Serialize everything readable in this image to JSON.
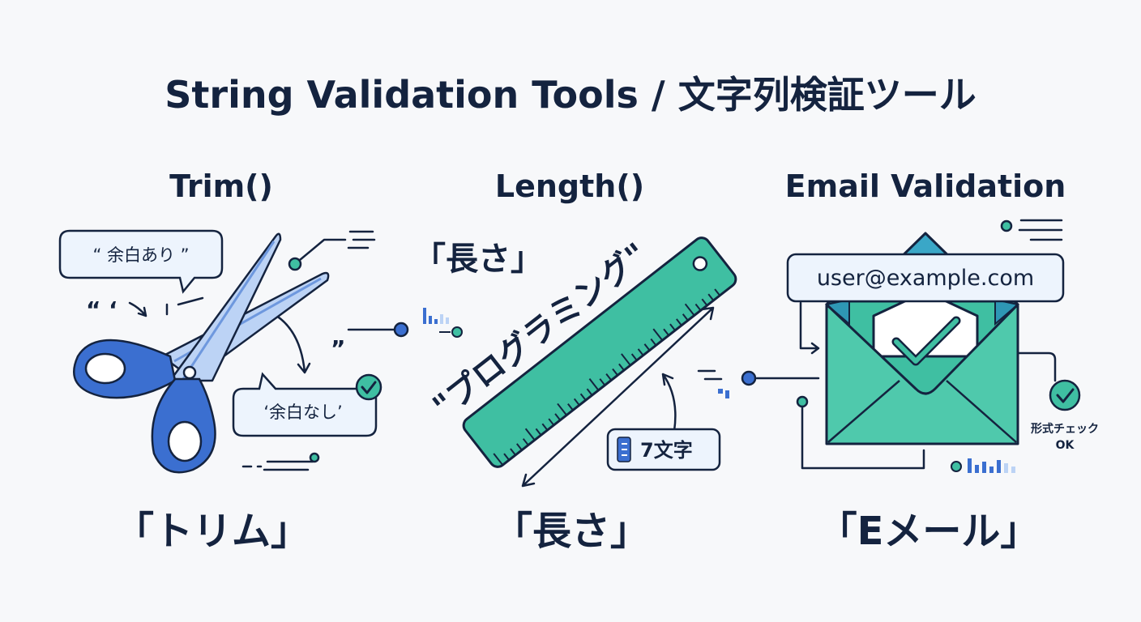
{
  "title": "String Validation Tools / 文字列検証ツール",
  "panels": {
    "trim": {
      "heading": "Trim()",
      "bubble_before": "“ 余白あり ”",
      "bubble_after": "‘余白なし’",
      "quote_open": "“ ‘",
      "quote_close": "”",
      "bottom_label": "「トリム」"
    },
    "length": {
      "heading": "Length()",
      "top_label": "「長さ」",
      "sample_word": "\"プログラミング\"",
      "char_count_badge": "7文字",
      "bottom_label": "「長さ」"
    },
    "email": {
      "heading": "Email Validation",
      "email_value": "user@example.com",
      "status_label_line1": "形式チェック",
      "status_label_line2": "OK",
      "bottom_label": "「Eメール」"
    }
  },
  "colors": {
    "navy": "#14233f",
    "blue": "#3b6fd0",
    "light_blue": "#bcd3f5",
    "teal": "#3fbfa2",
    "pale_blue_fill": "#edf4fd"
  },
  "icons": [
    "scissors-icon",
    "ruler-icon",
    "envelope-icon",
    "checkmark-icon",
    "chart-bars-icon"
  ]
}
